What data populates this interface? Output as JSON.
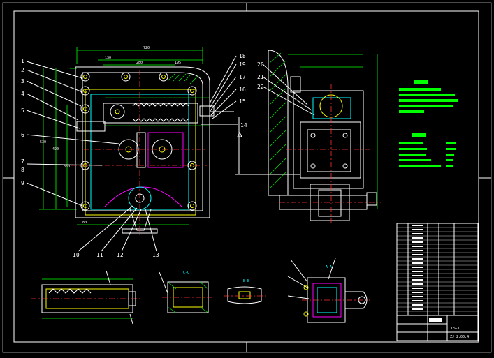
{
  "callouts_left": [
    "1",
    "2",
    "3",
    "4",
    "5",
    "6",
    "7",
    "8",
    "9"
  ],
  "callouts_right": [
    "18",
    "19",
    "17",
    "16",
    "15",
    "14"
  ],
  "callouts_bottom": [
    "10",
    "11",
    "12",
    "13"
  ],
  "callouts_side": [
    "20",
    "21",
    "22"
  ],
  "dims_main": {
    "top": "720",
    "top2": "130",
    "top3": "280",
    "top4": "195",
    "left1": "530",
    "left2": "490",
    "left3": "330",
    "bottom": "80"
  },
  "section_labels": {
    "cc": "C-C",
    "bb": "B-B",
    "aa": "A-A"
  },
  "title_block": {
    "name": "CS-1",
    "code": "ZJ 2.00.4"
  },
  "colors": {
    "outline": "#ffffff",
    "part": "#ffff00",
    "dimension": "#00ff00",
    "hidden": "#00ffff",
    "center": "#ff3030"
  }
}
